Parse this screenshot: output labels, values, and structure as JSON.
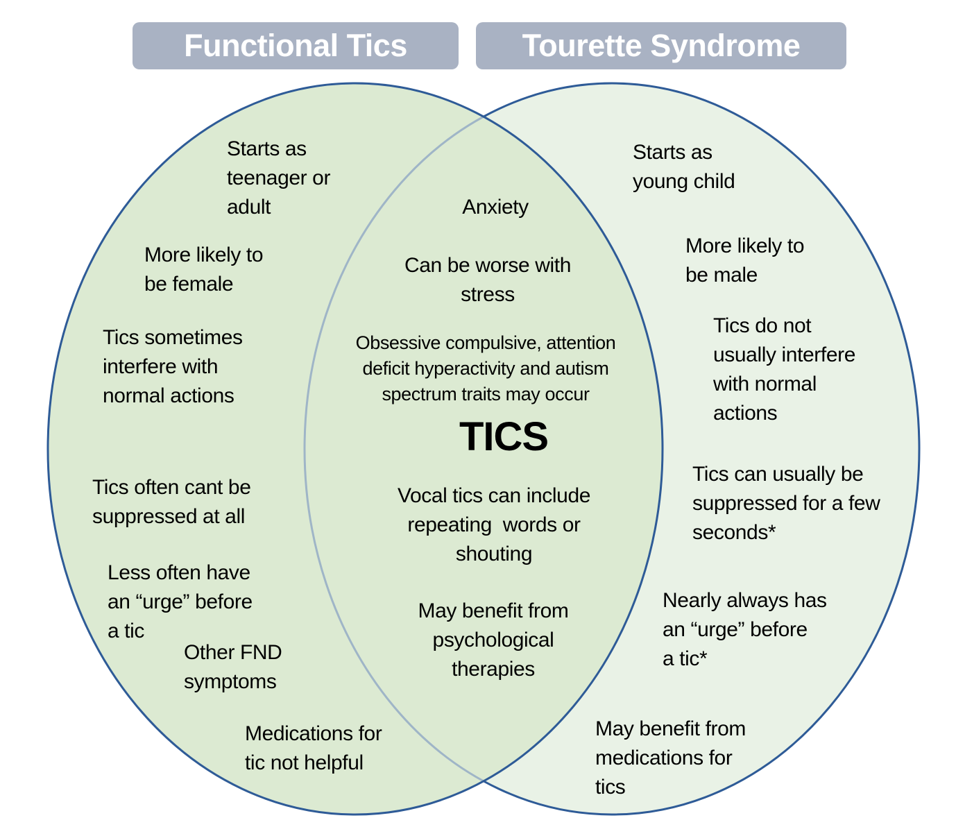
{
  "header": {
    "left_tab": "Functional Tics",
    "right_tab": "Tourette Syndrome"
  },
  "venn": {
    "colors": {
      "left_fill": "#dcead2",
      "right_fill": "#e9f2e6",
      "outline": "#2e5b97",
      "overlap_arc": "#9fb5c7",
      "tab_bg": "#a9b2c3",
      "tab_text": "#ffffff"
    },
    "left_circle": {
      "label": "Functional Tics",
      "items": [
        "Starts as\nteenager or\nadult",
        "More likely to\nbe female",
        "Tics sometimes\ninterfere with\nnormal actions",
        "Tics often cant be\nsuppressed at all",
        "Less often have\nan “urge” before\na tic",
        "Other FND\nsymptoms",
        "Medications for\ntic not helpful"
      ]
    },
    "overlap": {
      "heading": "TICS",
      "items": [
        "Anxiety",
        "Can be worse with\nstress",
        "Obsessive compulsive, attention\ndeficit hyperactivity and autism\nspectrum traits may occur",
        "Vocal tics can include\nrepeating  words or\nshouting",
        "May benefit from\npsychological\ntherapies"
      ]
    },
    "right_circle": {
      "label": "Tourette Syndrome",
      "items": [
        "Starts as\nyoung child",
        "More likely to\nbe male",
        "Tics do not\nusually interfere\nwith normal\nactions",
        "Tics can usually be\nsuppressed for a few\nseconds*",
        "Nearly always has\nan “urge” before\na tic*",
        "May benefit from\nmedications for\ntics"
      ]
    }
  }
}
